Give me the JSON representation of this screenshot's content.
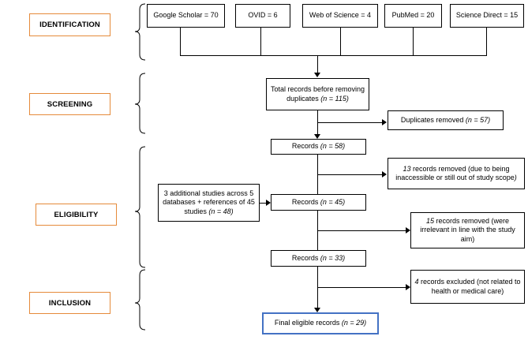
{
  "stages": {
    "identification": "IDENTIFICATION",
    "screening": "SCREENING",
    "eligibility": "ELIGIBILITY",
    "inclusion": "INCLUSION"
  },
  "databases": [
    "Google Scholar = 70",
    "OVID = 6",
    "Web of Science = 4",
    "PubMed = 20",
    "Science Direct = 15"
  ],
  "total_records": {
    "text": "Total records before removing duplicates",
    "n": "(n = 115)"
  },
  "duplicates_removed": {
    "text": "Duplicates removed",
    "n": "(n = 57)"
  },
  "records_58": {
    "text": "Records",
    "n": "(n = 58)"
  },
  "removed_13": {
    "count": "13",
    "text": "records removed (due to being inaccessible or still out of study scope",
    "close": ")"
  },
  "additional_studies": {
    "text": "3 additional studies across 5 databases + references of 45 studies",
    "n": "(n = 48)"
  },
  "records_45": {
    "text": "Records",
    "n": "(n = 45)"
  },
  "removed_15": {
    "count": "15",
    "text": "records removed (were irrelevant in line with the study aim)"
  },
  "records_33": {
    "text": "Records",
    "n": "(n = 33)"
  },
  "excluded_4": {
    "count": "4",
    "text": "records excluded (not related to health or medical care)"
  },
  "final": {
    "text": "Final eligible records",
    "n": "(n = 29)"
  },
  "colors": {
    "stage_border": "#E58A3A",
    "final_border": "#4472C4"
  }
}
